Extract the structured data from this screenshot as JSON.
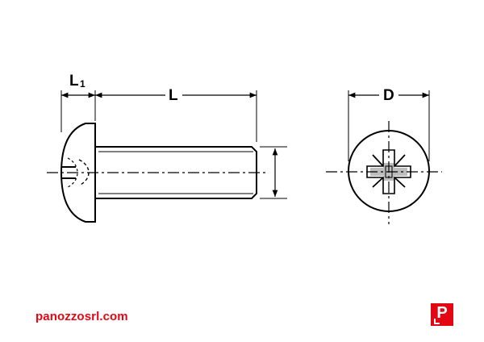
{
  "dimensions": {
    "head_length": {
      "main": "L",
      "subscript": "1"
    },
    "length": "L",
    "diameter": "D"
  },
  "footer": {
    "website": "panozzosrl.com",
    "logo_letter": "P",
    "brand_color": "#e30613"
  },
  "colors": {
    "line": "#000000",
    "recess_fill": "#bdbdbd",
    "background": "#ffffff"
  }
}
